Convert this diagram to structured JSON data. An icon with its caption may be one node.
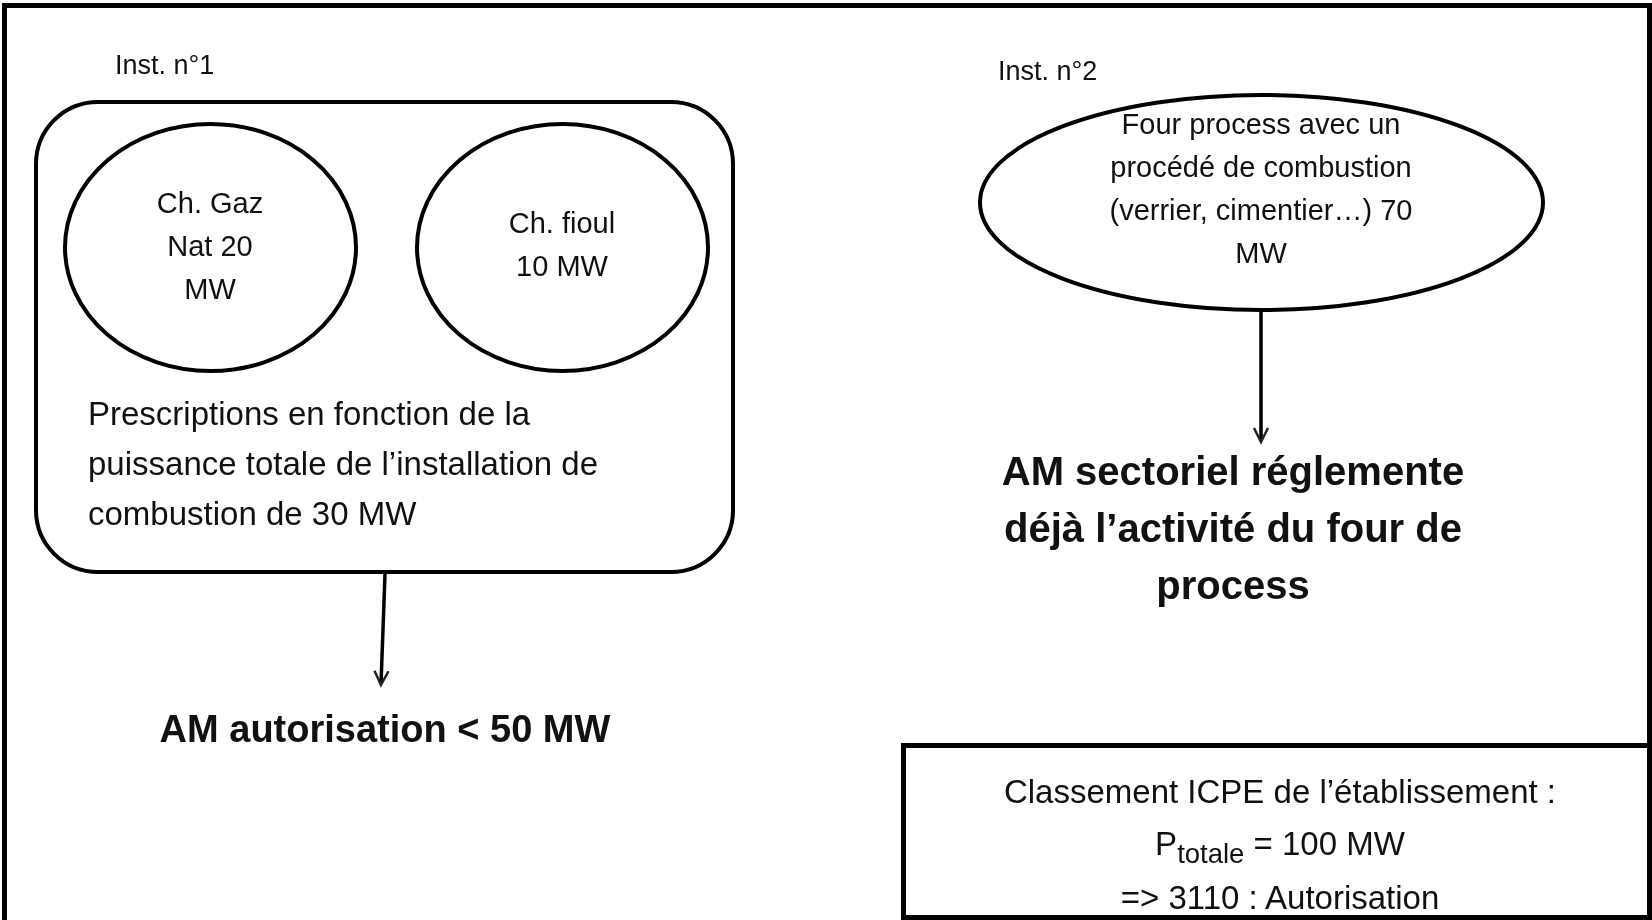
{
  "diagram": {
    "nodes": [
      {
        "text": [
          "Inst. n°1",
          "Prescriptions en fonction de la puissance totale de l’installation de combustion de 30 MW"
        ]
      },
      {
        "text": [
          "Ch. Gaz Nat 20 MW"
        ],
        "in": 0
      },
      {
        "text": [
          "Ch. fioul 10 MW"
        ],
        "in": 0
      },
      {
        "text": [
          "AM autorisation  < 50 MW"
        ]
      },
      {
        "text": [
          "Inst. n°2",
          "Four process avec un procédé de combustion (verrier, cimentier…) 70 MW"
        ]
      },
      {
        "text": [
          "AM sectoriel réglemente déjà l’activité du four de process"
        ]
      },
      {
        "text": [
          "Classement ICPE de l’établissement :",
          "P$_{totale}$ = 100 MW",
          "=> 3110 : Autorisation"
        ]
      }
    ],
    "edges": [
      {
        "from": 0,
        "to": 3,
        "arrow": "to"
      },
      {
        "from": 4,
        "to": 5,
        "arrow": "to"
      }
    ]
  }
}
